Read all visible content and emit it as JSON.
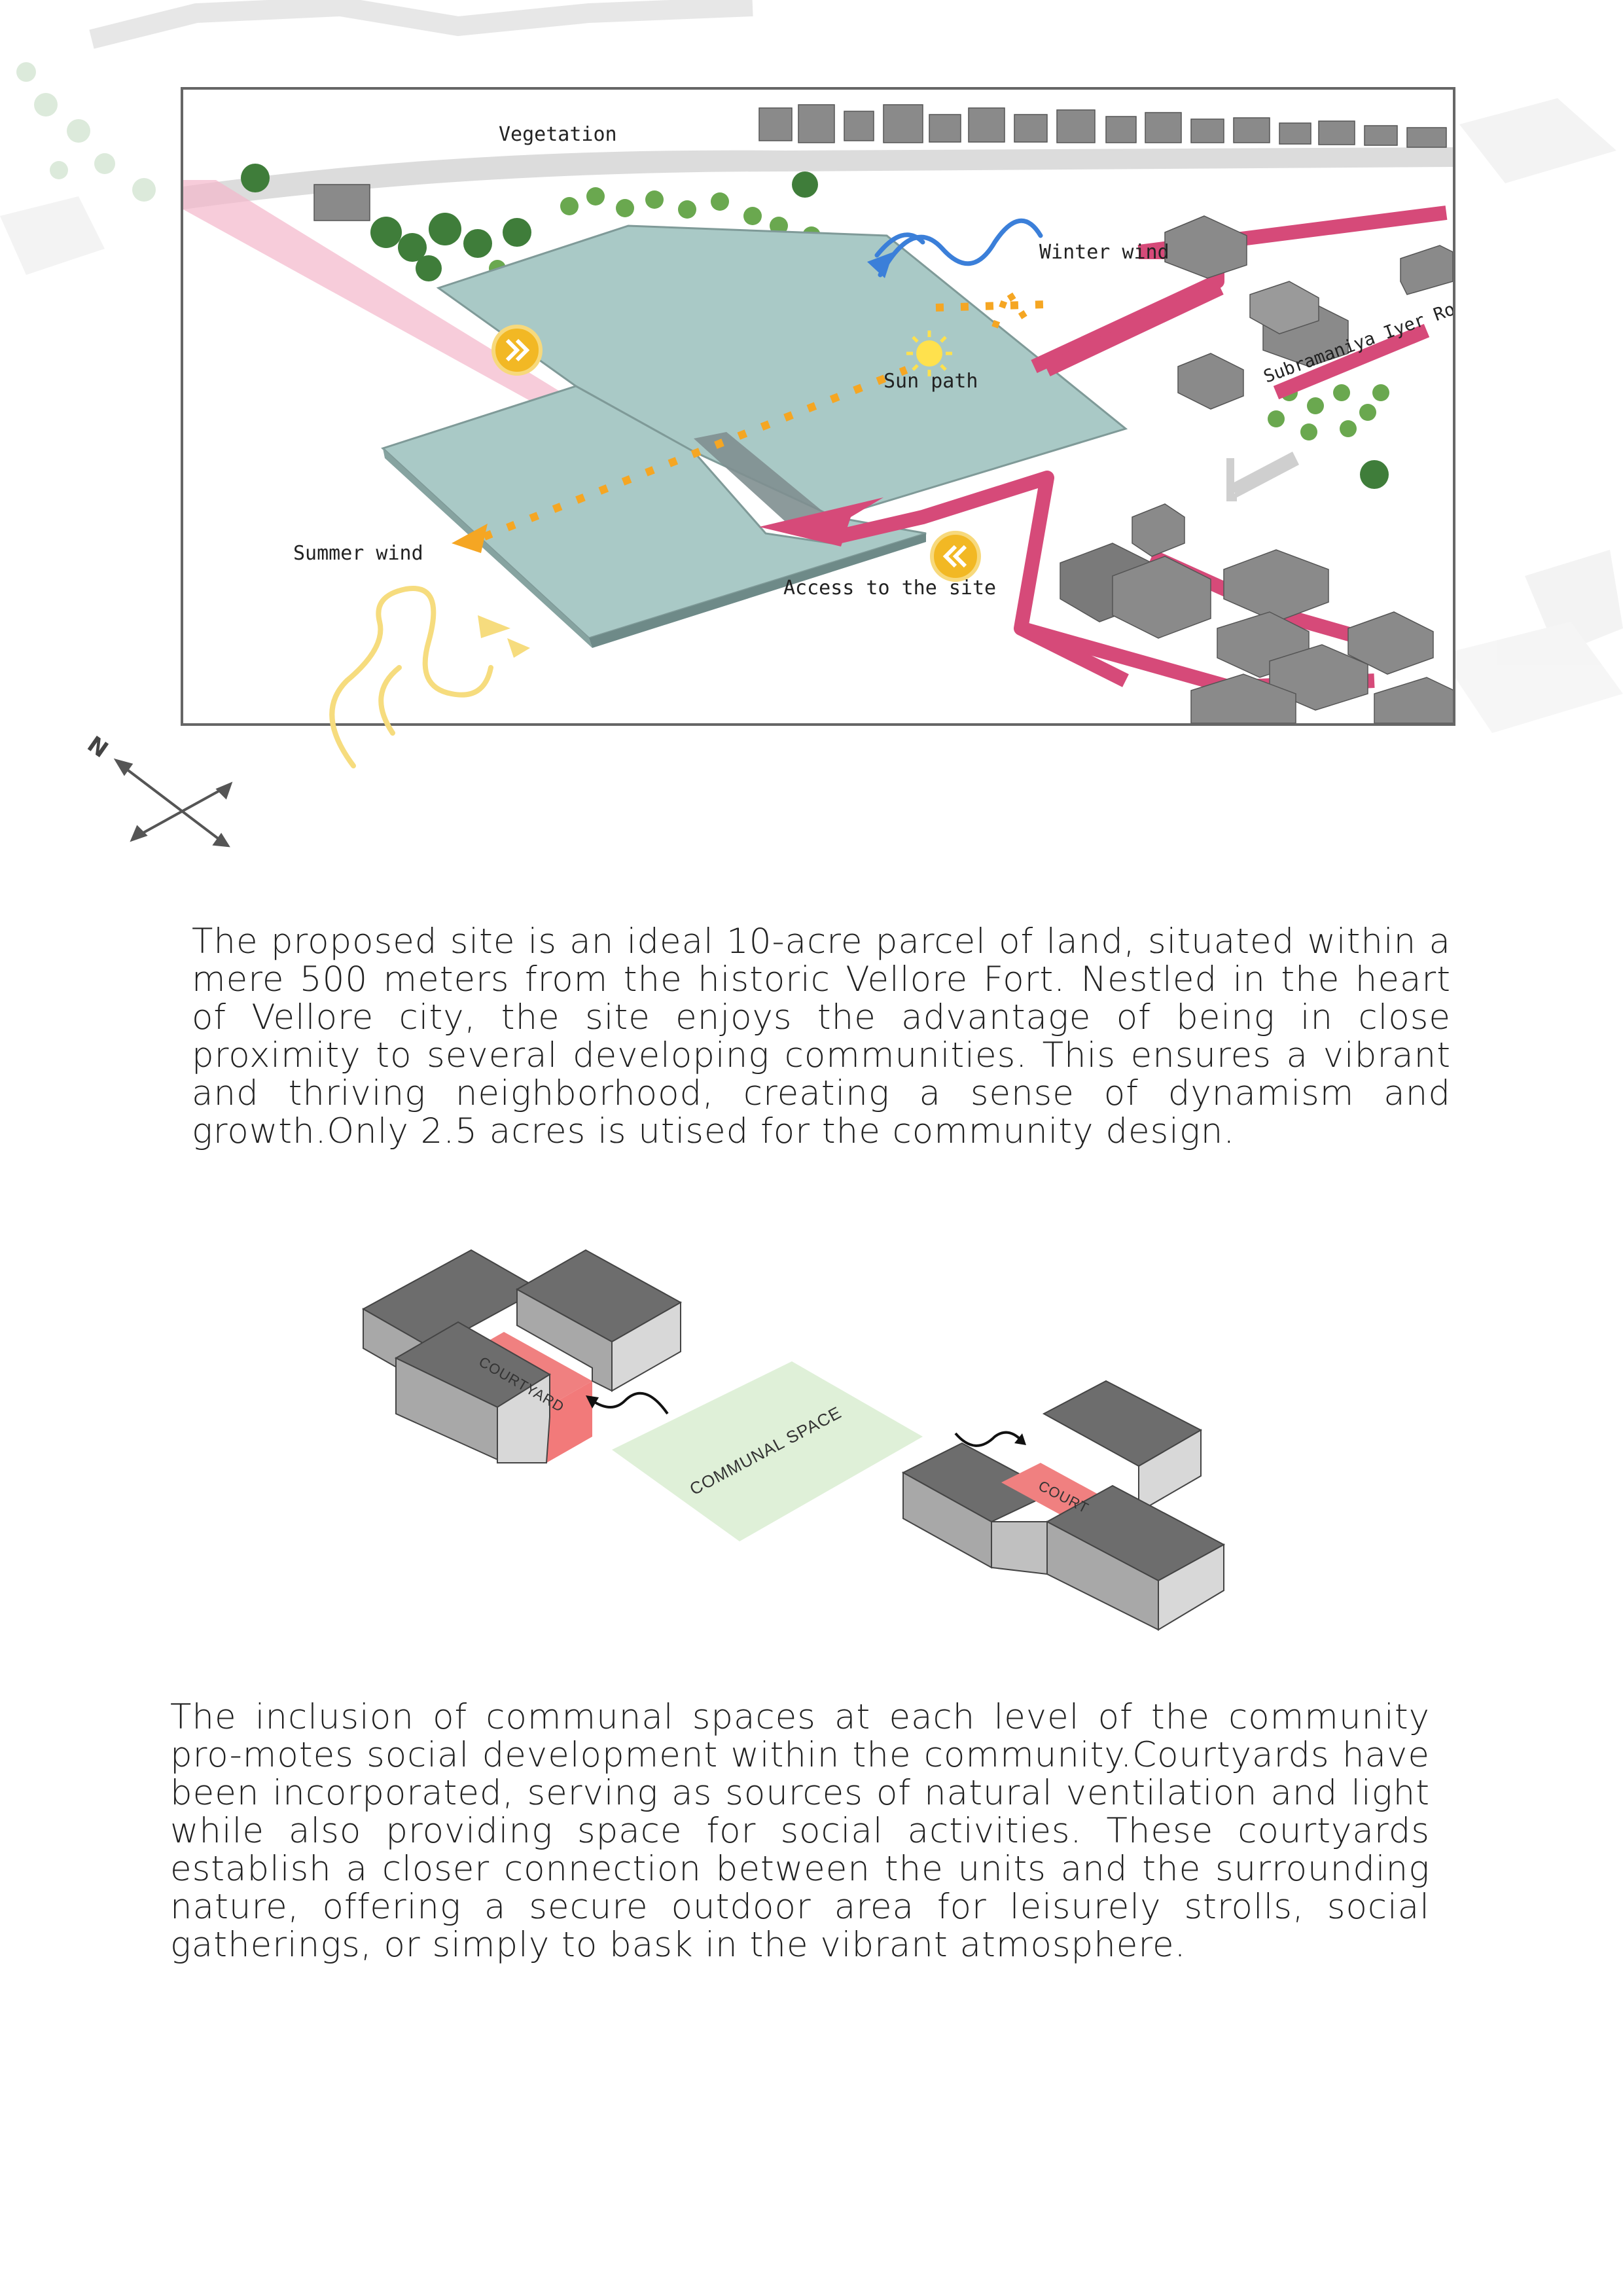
{
  "site_diagram": {
    "labels": {
      "vegetation": "Vegetation",
      "winter_wind": "Winter wind",
      "road": "Subramaniya Iyer Road",
      "sun_path": "Sun path",
      "summer_wind": "Summer  wind",
      "access": "Access to the site"
    },
    "compass": {
      "north": "N"
    },
    "colors": {
      "site": "#a9c9c6",
      "access_path": "#d64a79",
      "winter_wind": "#3b7fd9",
      "summer_wind": "#f6dc7e",
      "sun_path": "#f5a623",
      "buildings": "#8a8a8a"
    }
  },
  "paragraphs": {
    "site": "The proposed site is an ideal 10-acre parcel of land, situated within a mere 500 meters from the historic Vellore Fort. Nestled in the heart of Vellore city, the site enjoys the advantage of being in close proximity to several developing communities. This ensures a vibrant and thriving neighborhood, creating a sense of dynamism and growth.Only 2.5 acres is utised for the community design.",
    "communal": "The inclusion of communal spaces at each level of the community pro-motes social development within the community.Courtyards have been incorporated, serving as sources of natural ventilation and light while also providing space for social activities. These courtyards establish a closer connection between the units and the surrounding nature, offering a secure outdoor area for leisurely strolls, social gatherings, or simply to bask in the vibrant atmosphere."
  },
  "massing_diagram": {
    "courtyard_left": "COURTYARD",
    "communal_space": "COMMUNAL SPACE",
    "courtyard_right": "COURT",
    "colors": {
      "courtyard": "#f08080",
      "communal": "#dff0d8",
      "block_top": "#6d6d6d",
      "block_side_light": "#d8d8d8",
      "block_side_dark": "#a8a8a8"
    }
  }
}
